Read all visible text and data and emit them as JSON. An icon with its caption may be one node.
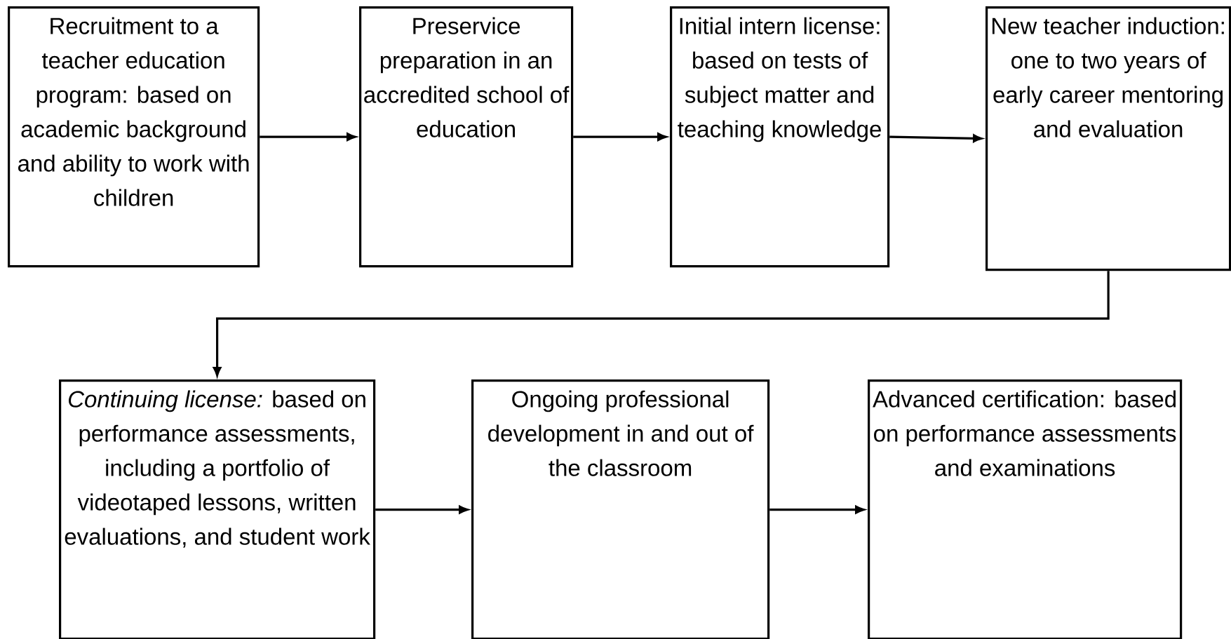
{
  "diagram": {
    "nodes": [
      {
        "text": [
          "Recruitment to a teacher education program: based on academic background and ability to work with children"
        ]
      },
      {
        "text": [
          "Preservice preparation in an accredited school of education"
        ]
      },
      {
        "text": [
          "Initial intern license: based on tests of subject matter and teaching knowledge"
        ]
      },
      {
        "text": [
          "New teacher induction: one to two years of early career mentoring and evaluation"
        ]
      },
      {
        "text": [
          "*Continuing license:* based on performance assessments, including a portfolio of videotaped lessons, written evaluations, and student work"
        ]
      },
      {
        "text": [
          "Ongoing professional development in and out of the classroom"
        ]
      },
      {
        "text": [
          "Advanced certification: based on performance assessments and examinations"
        ]
      }
    ],
    "edges": [
      {
        "from": 0,
        "to": 1,
        "arrow": "to"
      },
      {
        "from": 1,
        "to": 2,
        "arrow": "to"
      },
      {
        "from": 2,
        "to": 3,
        "arrow": "to"
      },
      {
        "from": 3,
        "to": 4,
        "arrow": "to"
      },
      {
        "from": 4,
        "to": 5,
        "arrow": "to"
      },
      {
        "from": 5,
        "to": 6,
        "arrow": "to"
      }
    ]
  }
}
